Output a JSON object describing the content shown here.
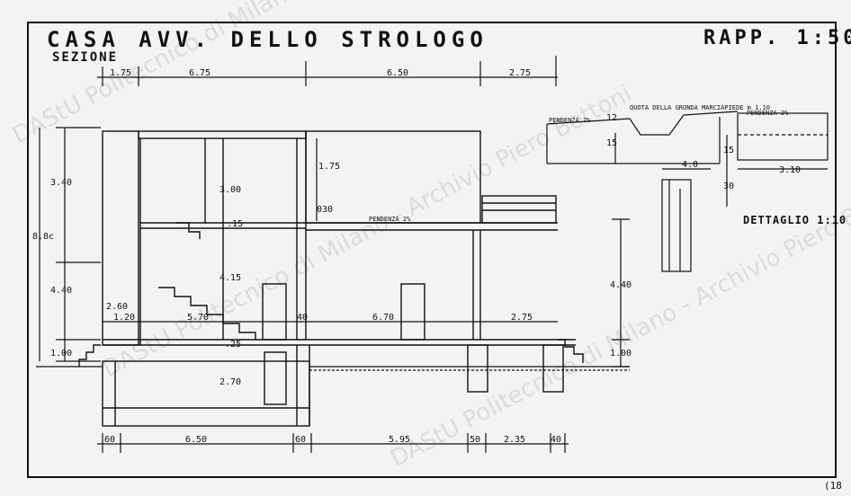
{
  "title": "CASA AVV. DELLO STROLOGO",
  "subtitle": "SEZIONE",
  "scale": "RAPP. 1:50",
  "detail_title": "DETTAGLIO 1:10",
  "sheet_number": "(18",
  "watermark": "DAStU Politecnico di Milano - Archivio Piero Bottoni",
  "dimensions": {
    "top": [
      "1.75",
      "6.75",
      "6.50",
      "2.75"
    ],
    "bottom": [
      "60",
      "6.50",
      "60",
      "5.95",
      "50",
      "2.35",
      "40"
    ],
    "mid": [
      "1.20",
      "5.70",
      "40",
      "6.70",
      "2.75"
    ],
    "left": [
      "3.40",
      "8.8c",
      "4.40",
      "1.00"
    ],
    "interior": [
      "1.75",
      "3.00",
      "030",
      "4.15",
      "2.60",
      "2.70",
      "4.40",
      "1.00",
      ".15",
      ".25"
    ],
    "detail": [
      "12",
      "15",
      "4.0",
      "15",
      "30",
      "3.10"
    ]
  },
  "annotations": {
    "roof_slope": "PENDENZA 2%",
    "detail_slope_left": "PENDENZA 2%",
    "detail_slope_right": "PENDENZA 2%",
    "detail_quota": "QUOTA DELLA GRONDA MARCIAPIEDE m 1.10"
  }
}
